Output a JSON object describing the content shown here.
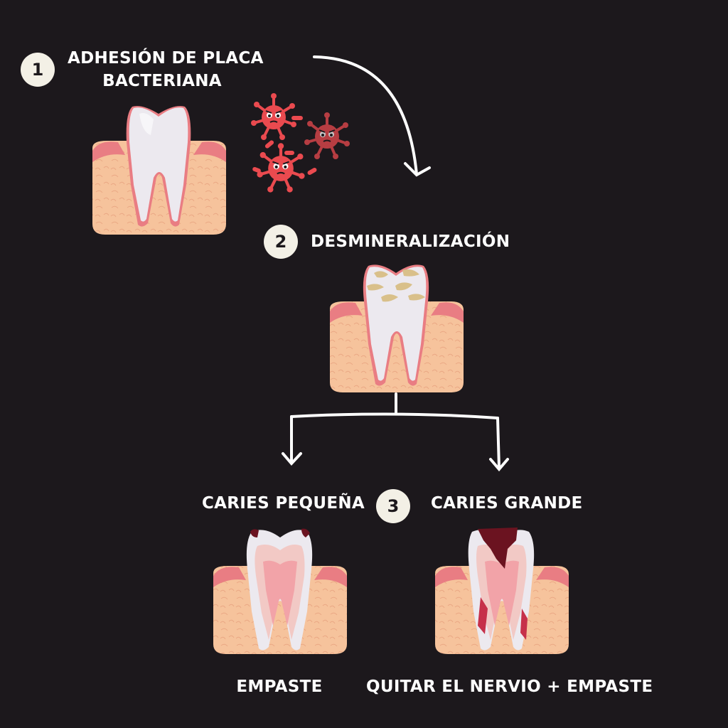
{
  "steps": [
    {
      "number": "1",
      "title_line1": "ADHESIÓN DE PLACA",
      "title_line2": "BACTERIANA"
    },
    {
      "number": "2",
      "title": "DESMINERALIZACIÓN"
    },
    {
      "number": "3"
    }
  ],
  "branches": {
    "left": {
      "title": "CARIES PEQUEÑA",
      "treatment": "EMPASTE"
    },
    "right": {
      "title": "CARIES GRANDE",
      "treatment": "QUITAR EL NERVIO + EMPASTE"
    }
  },
  "colors": {
    "background": "#1c181c",
    "gum": "#f6c39c",
    "gum_edge": "#e97d83",
    "tooth": "#ece9ef",
    "bacteria": "#ea4a4f",
    "bacteria_light": "#f07a7a",
    "plaque": "#d9c08a",
    "decay": "#6b1320",
    "pulp": "#f2a3a8"
  },
  "icons": [
    "tooth-icon",
    "bacteria-icon",
    "curved-arrow-icon",
    "branch-arrow-icon"
  ]
}
